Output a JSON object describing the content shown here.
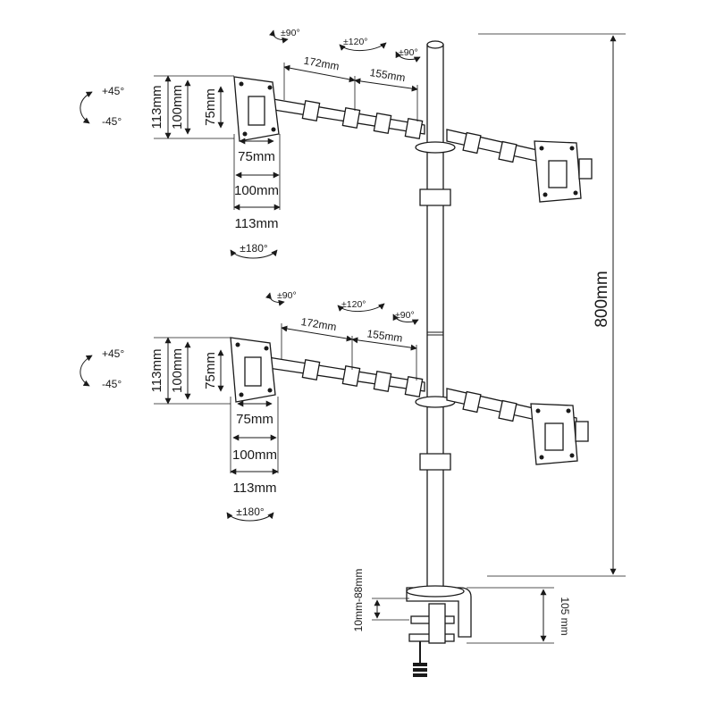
{
  "colors": {
    "line": "#1a1a1a",
    "background": "#ffffff"
  },
  "tiers": [
    {
      "name": "upper",
      "tilt_up": "+45°",
      "tilt_down": "-45°",
      "vesa_vertical": [
        "113mm",
        "100mm",
        "75mm"
      ],
      "vesa_horizontal": [
        "75mm",
        "100mm",
        "113mm"
      ],
      "rotation": "±180°",
      "swivel_left": "±90°",
      "swivel_mid": "±120°",
      "swivel_right": "±90°",
      "arm_outer": "172mm",
      "arm_inner": "155mm"
    },
    {
      "name": "lower",
      "tilt_up": "+45°",
      "tilt_down": "-45°",
      "vesa_vertical": [
        "113mm",
        "100mm",
        "75mm"
      ],
      "vesa_horizontal": [
        "75mm",
        "100mm",
        "113mm"
      ],
      "rotation": "±180°",
      "swivel_left": "±90°",
      "swivel_mid": "±120°",
      "swivel_right": "±90°",
      "arm_outer": "172mm",
      "arm_inner": "155mm"
    }
  ],
  "pole_height": "800mm",
  "clamp_range": "10mm-88mm",
  "clamp_height": "105 mm"
}
